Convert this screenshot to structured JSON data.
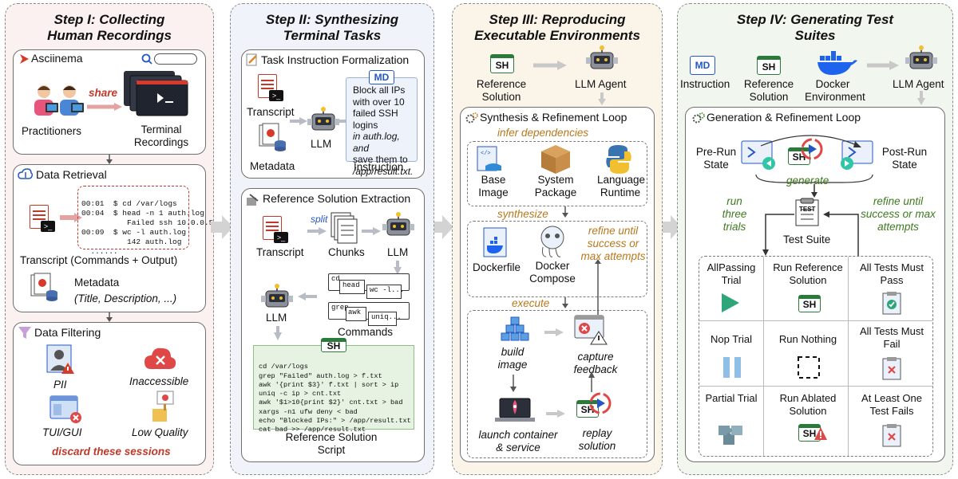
{
  "steps": [
    {
      "title": "Step I: Collecting Human Recordings"
    },
    {
      "title": "Step II: Synthesizing Terminal Tasks"
    },
    {
      "title": "Step III: Reproducing Executable Environments"
    },
    {
      "title": "Step IV: Generating Test Suites"
    }
  ],
  "step1": {
    "asciinema": "Asciinema",
    "share": "share",
    "practitioners": "Practitioners",
    "terminal_recordings": "Terminal Recordings",
    "data_retrieval": "Data Retrieval",
    "transcript_lines": [
      "00:01  $ cd /var/logs",
      "00:04  $ head -n 1 auth.log",
      "          Failed ssh 10.0.0.5",
      "00:09  $ wc -l auth.log",
      "          142 auth.log",
      "  ......"
    ],
    "transcript_label": "Transcript (Commands + Output)",
    "metadata": "Metadata",
    "metadata_sub": "(Title, Description, ...)",
    "data_filtering": "Data Filtering",
    "pii": "PII",
    "inaccessible": "Inaccessible",
    "tui_gui": "TUI/GUI",
    "low_quality": "Low Quality",
    "discard": "discard these sessions"
  },
  "step2": {
    "task_instruction": "Task Instruction Formalization",
    "transcript": "Transcript",
    "metadata": "Metadata",
    "llm": "LLM",
    "md": "MD",
    "instruction_text": [
      "Block all IPs",
      "with over 10",
      "failed SSH logins",
      "in auth.log, and",
      "save them to",
      "/app/result.txt."
    ],
    "instruction": "Instruction",
    "ref_extraction": "Reference Solution Extraction",
    "split": "split",
    "chunks": "Chunks",
    "commands": "Commands",
    "cmd_cards": [
      "cd",
      "head",
      "wc -l...",
      "grep",
      "awk",
      "uniq..."
    ],
    "sh": "SH",
    "script_lines": [
      "cd /var/logs",
      "grep \"Failed\" auth.log > f.txt",
      "awk '{print $3}' f.txt | sort > ip",
      "uniq -c ip > cnt.txt",
      "awk '$1>10{print $2}' cnt.txt > bad",
      "xargs -n1 ufw deny < bad",
      "echo \"Blocked IPs:\" > /app/result.txt",
      "cat bad >> /app/result.txt"
    ],
    "ref_script": "Reference Solution Script"
  },
  "step3": {
    "sh": "SH",
    "ref_solution": "Reference Solution",
    "llm_agent": "LLM Agent",
    "loop": "Synthesis & Refinement Loop",
    "infer": "infer dependencies",
    "base_image": "Base Image",
    "system_package": "System Package",
    "language_runtime": "Language Runtime",
    "synthesize": "synthesize",
    "dockerfile": "Dockerfile",
    "docker_compose": "Docker Compose",
    "refine": "refine until success or max attempts",
    "execute": "execute",
    "build_image": "build image",
    "capture_feedback": "capture feedback",
    "launch": "launch container & service",
    "replay": "replay solution"
  },
  "step4": {
    "md": "MD",
    "sh": "SH",
    "instruction": "Instruction",
    "ref_solution": "Reference Solution",
    "docker_env": "Docker Environment",
    "llm_agent": "LLM Agent",
    "loop": "Generation & Refinement Loop",
    "pre_run": "Pre-Run State",
    "post_run": "Post-Run State",
    "generate": "generate",
    "run_three": "run three trials",
    "refine": "refine until success or max attempts",
    "test_suite": "Test Suite",
    "test": "TEST",
    "table": [
      [
        "AllPassing Trial",
        "Run Reference Solution",
        "All Tests Must Pass"
      ],
      [
        "Nop Trial",
        "Run Nothing",
        "All Tests Must Fail"
      ],
      [
        "Partial Trial",
        "Run Ablated Solution",
        "At Least One Test Fails"
      ]
    ]
  },
  "colors": {
    "stage1_bg": "#fbf1f0",
    "stage2_bg": "#f0f3fa",
    "stage3_bg": "#fbf5e9",
    "stage4_bg": "#f1f6ee",
    "accent_red": "#c0392b",
    "accent_orange": "#b8781c",
    "accent_green": "#3d7a1f",
    "arrow_gray": "#d3d3d3"
  }
}
